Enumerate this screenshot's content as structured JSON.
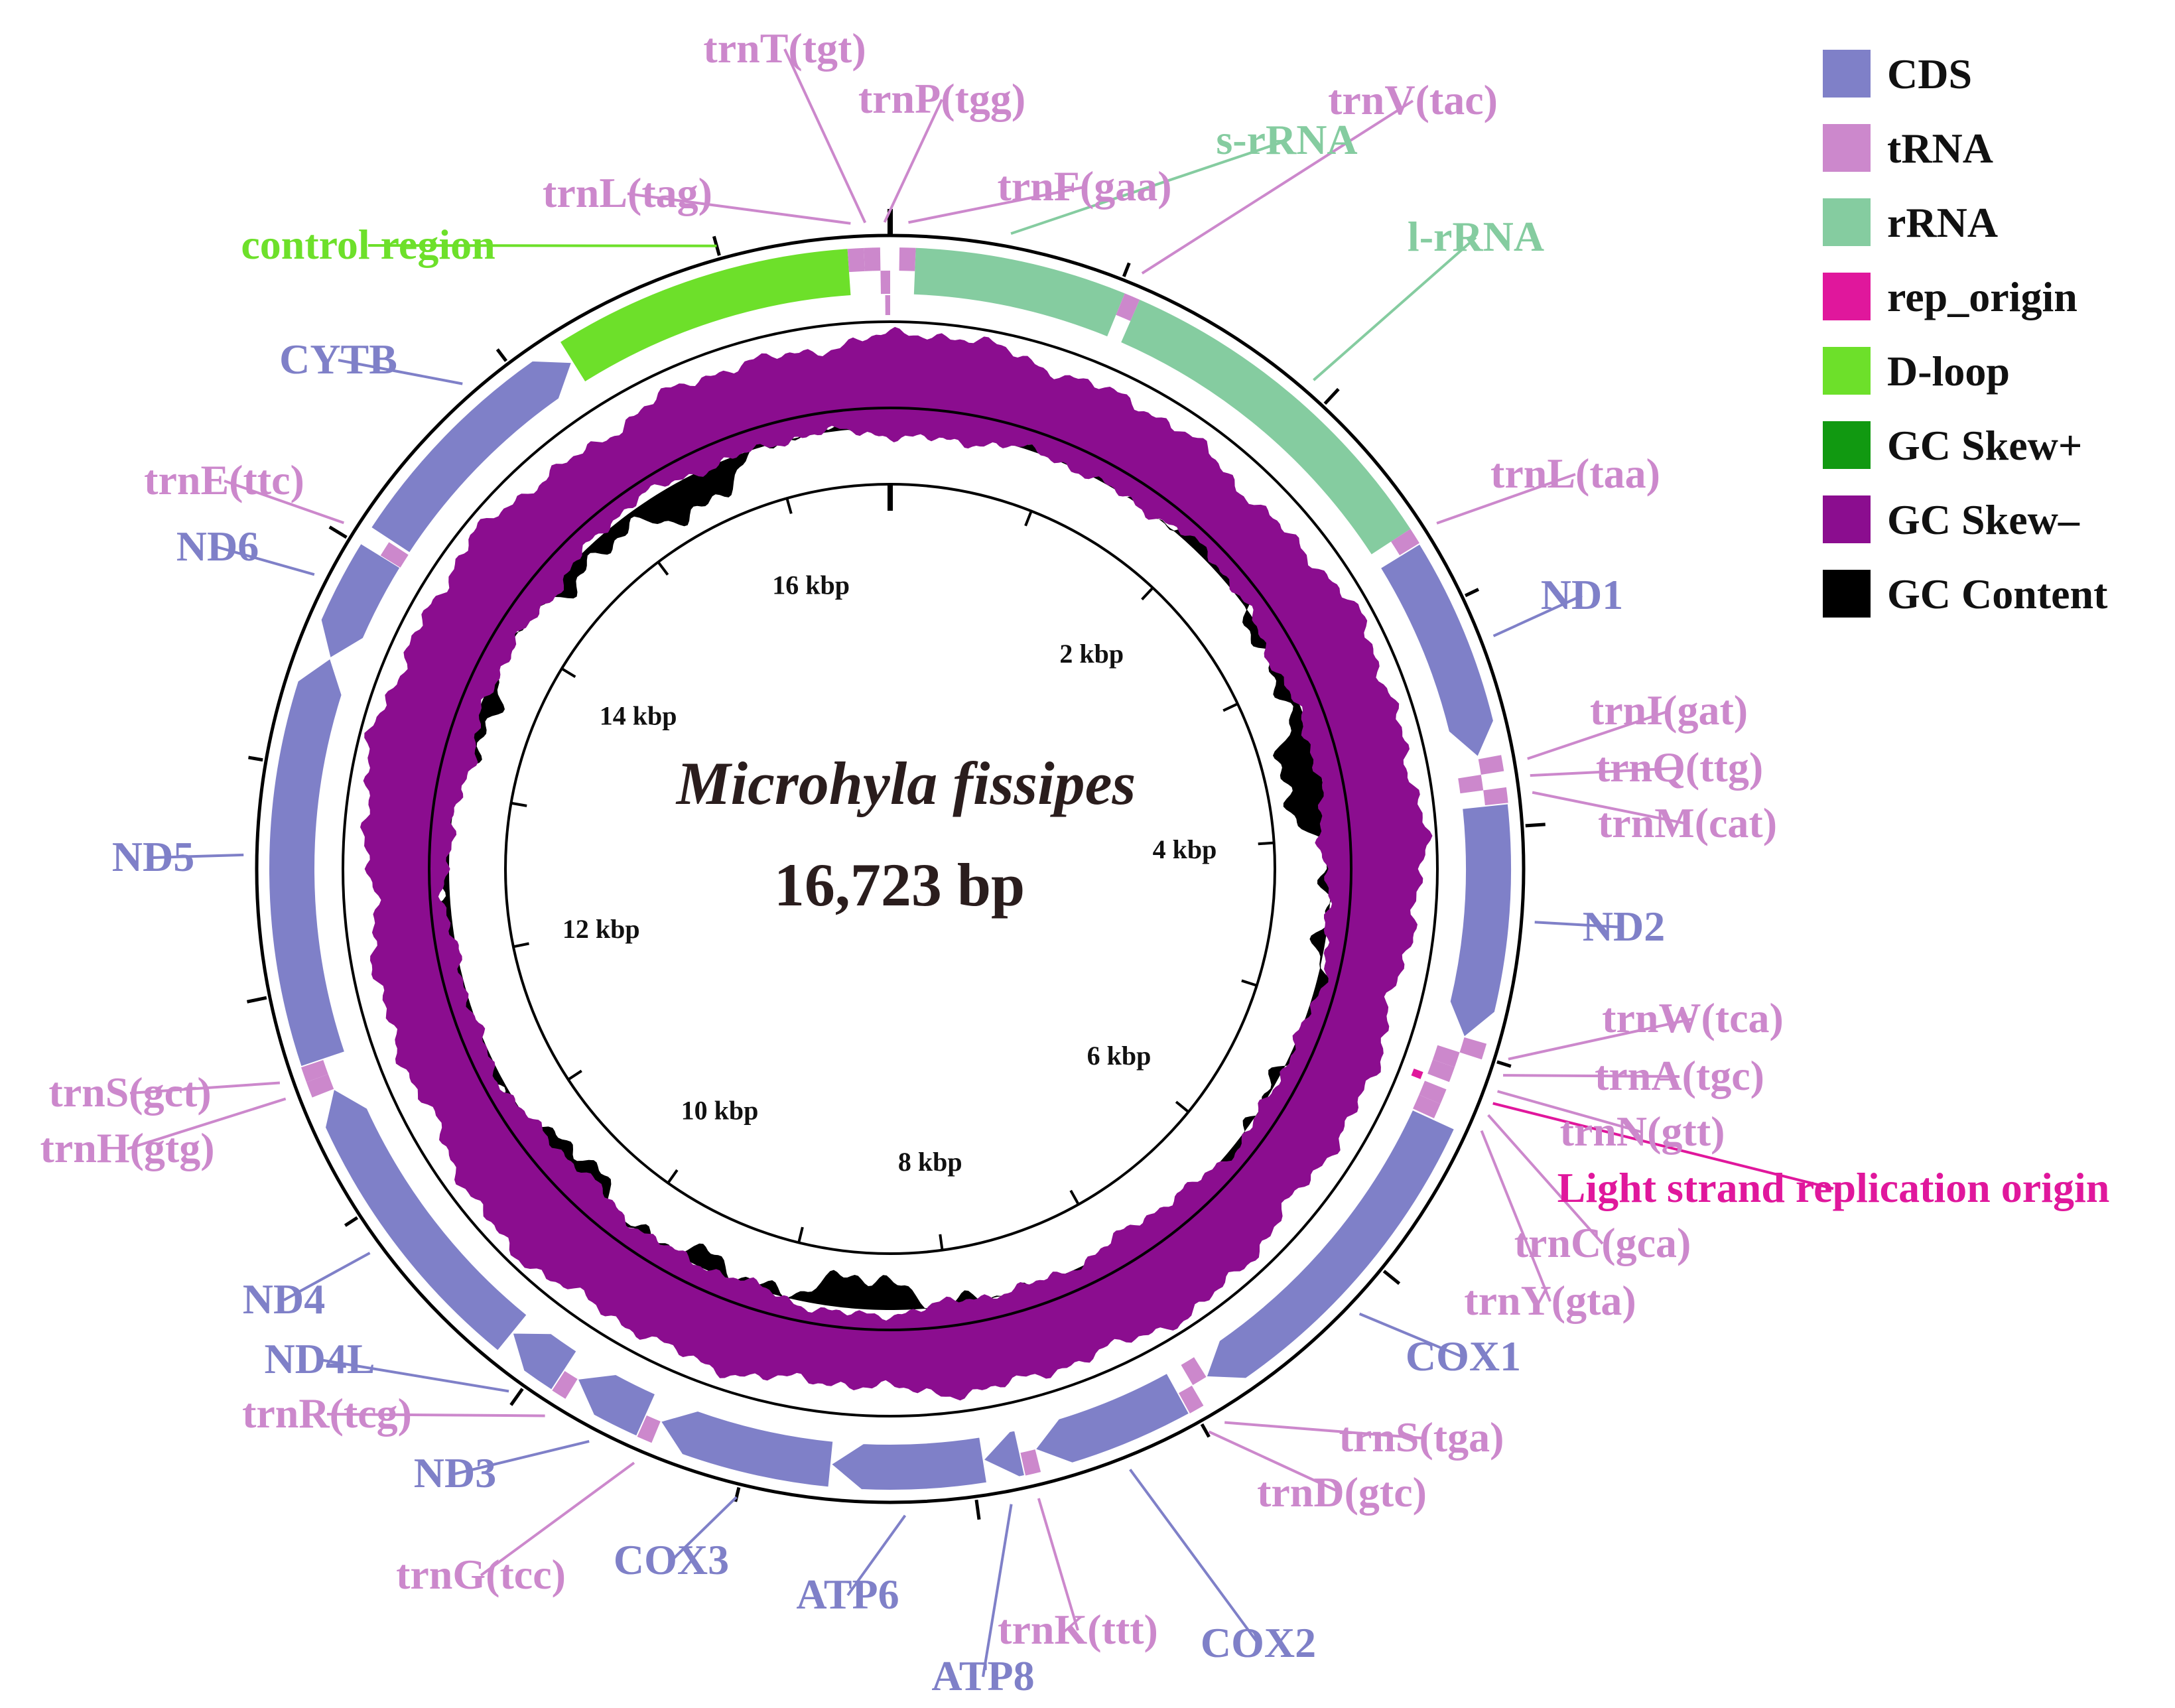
{
  "organism": "Microhyla fissipes",
  "genome_size_label": "16,723 bp",
  "genome_length": 16723,
  "colors": {
    "CDS": "#7f80c8",
    "tRNA": "#cc88cc",
    "rRNA": "#85cca0",
    "rep_origin": "#e0179c",
    "D-loop": "#6de02a",
    "GC Skew+": "#119911",
    "GC Skew-": "#8b0d8f",
    "GC Content": "#000000",
    "ring": "#000000"
  },
  "legend": [
    {
      "label": "CDS",
      "color_key": "CDS"
    },
    {
      "label": "tRNA",
      "color_key": "tRNA"
    },
    {
      "label": "rRNA",
      "color_key": "rRNA"
    },
    {
      "label": "rep_origin",
      "color_key": "rep_origin"
    },
    {
      "label": "D-loop",
      "color_key": "D-loop"
    },
    {
      "label": "GC Skew+",
      "color_key": "GC Skew+"
    },
    {
      "label": "GC Skew–",
      "color_key": "GC Skew-"
    },
    {
      "label": "GC Content",
      "color_key": "GC Content"
    }
  ],
  "kbp_labels": [
    {
      "text": "2 kbp",
      "pos": 2000
    },
    {
      "text": "4 kbp",
      "pos": 4000
    },
    {
      "text": "6 kbp",
      "pos": 6000
    },
    {
      "text": "8 kbp",
      "pos": 8000
    },
    {
      "text": "10 kbp",
      "pos": 10000
    },
    {
      "text": "12 kbp",
      "pos": 12000
    },
    {
      "text": "14 kbp",
      "pos": 14000
    },
    {
      "text": "16 kbp",
      "pos": 16000
    }
  ],
  "features": [
    {
      "name": "trnF(gaa)",
      "type": "tRNA",
      "start": 40,
      "end": 110,
      "strand": 1
    },
    {
      "name": "s-rRNA",
      "type": "rRNA",
      "start": 110,
      "end": 1030,
      "strand": 1
    },
    {
      "name": "trnV(tac)",
      "type": "tRNA",
      "start": 1030,
      "end": 1100,
      "strand": 1
    },
    {
      "name": "l-rRNA",
      "type": "rRNA",
      "start": 1100,
      "end": 2640,
      "strand": 1
    },
    {
      "name": "trnL(taa)",
      "type": "tRNA",
      "start": 2640,
      "end": 2715,
      "strand": 1
    },
    {
      "name": "ND1",
      "type": "CDS",
      "start": 2715,
      "end": 3680,
      "strand": 1
    },
    {
      "name": "trnI(gat)",
      "type": "tRNA",
      "start": 3690,
      "end": 3760,
      "strand": 1
    },
    {
      "name": "trnQ(ttg)",
      "type": "tRNA",
      "start": 3760,
      "end": 3830,
      "strand": -1
    },
    {
      "name": "trnM(cat)",
      "type": "tRNA",
      "start": 3830,
      "end": 3900,
      "strand": 1
    },
    {
      "name": "ND2",
      "type": "CDS",
      "start": 3900,
      "end": 4940,
      "strand": 1
    },
    {
      "name": "trnW(tca)",
      "type": "tRNA",
      "start": 4940,
      "end": 5010,
      "strand": 1
    },
    {
      "name": "trnA(tgc)",
      "type": "tRNA",
      "start": 5010,
      "end": 5080,
      "strand": -1
    },
    {
      "name": "trnN(gtt)",
      "type": "tRNA",
      "start": 5080,
      "end": 5150,
      "strand": -1
    },
    {
      "name": "Light strand replication origin",
      "type": "rep_origin",
      "start": 5150,
      "end": 5185,
      "strand": 1
    },
    {
      "name": "trnC(gca)",
      "type": "tRNA",
      "start": 5185,
      "end": 5255,
      "strand": -1
    },
    {
      "name": "trnY(gta)",
      "type": "tRNA",
      "start": 5255,
      "end": 5325,
      "strand": -1
    },
    {
      "name": "COX1",
      "type": "CDS",
      "start": 5330,
      "end": 6880,
      "strand": 1
    },
    {
      "name": "trnS(tga)",
      "type": "tRNA",
      "start": 6880,
      "end": 6950,
      "strand": -1
    },
    {
      "name": "trnD(gtc)",
      "type": "tRNA",
      "start": 6955,
      "end": 7025,
      "strand": 1
    },
    {
      "name": "COX2",
      "type": "CDS",
      "start": 7025,
      "end": 7710,
      "strand": 1
    },
    {
      "name": "trnK(ttt)",
      "type": "tRNA",
      "start": 7710,
      "end": 7780,
      "strand": 1
    },
    {
      "name": "ATP8",
      "type": "CDS",
      "start": 7780,
      "end": 7945,
      "strand": 1
    },
    {
      "name": "ATP6",
      "type": "CDS",
      "start": 7945,
      "end": 8625,
      "strand": 1
    },
    {
      "name": "COX3",
      "type": "CDS",
      "start": 8625,
      "end": 9410,
      "strand": 1
    },
    {
      "name": "trnG(tcc)",
      "type": "tRNA",
      "start": 9410,
      "end": 9480,
      "strand": 1
    },
    {
      "name": "ND3",
      "type": "CDS",
      "start": 9480,
      "end": 9825,
      "strand": 1
    },
    {
      "name": "trnR(tcg)",
      "type": "tRNA",
      "start": 9825,
      "end": 9895,
      "strand": 1
    },
    {
      "name": "ND4L",
      "type": "CDS",
      "start": 9895,
      "end": 10180,
      "strand": 1
    },
    {
      "name": "ND4",
      "type": "CDS",
      "start": 10180,
      "end": 11540,
      "strand": 1
    },
    {
      "name": "trnH(gtg)",
      "type": "tRNA",
      "start": 11540,
      "end": 11610,
      "strand": 1
    },
    {
      "name": "trnS(gct)",
      "type": "tRNA",
      "start": 11610,
      "end": 11680,
      "strand": 1
    },
    {
      "name": "ND5",
      "type": "CDS",
      "start": 11680,
      "end": 13500,
      "strand": 1
    },
    {
      "name": "ND6",
      "type": "CDS",
      "start": 13500,
      "end": 14010,
      "strand": -1
    },
    {
      "name": "trnE(ttc)",
      "type": "tRNA",
      "start": 14010,
      "end": 14080,
      "strand": -1
    },
    {
      "name": "CYTB",
      "type": "CDS",
      "start": 14090,
      "end": 15230,
      "strand": 1
    },
    {
      "name": "control region",
      "type": "D-loop",
      "start": 15235,
      "end": 16540,
      "strand": 1
    },
    {
      "name": "trnL(tag)",
      "type": "tRNA",
      "start": 16540,
      "end": 16610,
      "strand": 1
    },
    {
      "name": "trnT(tgt)",
      "type": "tRNA",
      "start": 16610,
      "end": 16680,
      "strand": 1
    },
    {
      "name": "trnP(tgg)",
      "type": "tRNA",
      "start": 16680,
      "end": 16723,
      "strand": -1
    }
  ],
  "labels": [
    {
      "text": "trnT(tgt)",
      "color_key": "tRNA",
      "pos": 16620
    },
    {
      "text": "trnP(tgg)",
      "color_key": "tRNA",
      "pos": 16700
    },
    {
      "text": "trnV(tac)",
      "color_key": "tRNA",
      "pos": 1065
    },
    {
      "text": "s-rRNA",
      "color_key": "rRNA",
      "pos": 500
    },
    {
      "text": "trnF(gaa)",
      "color_key": "tRNA",
      "pos": 75
    },
    {
      "text": "trnL(tag)",
      "color_key": "tRNA",
      "pos": 16560
    },
    {
      "text": "control region",
      "color_key": "D-loop",
      "pos": 16000
    },
    {
      "text": "l-rRNA",
      "color_key": "rRNA",
      "pos": 1900
    },
    {
      "text": "CYTB",
      "color_key": "CDS",
      "pos": 14800
    },
    {
      "text": "trnE(ttc)",
      "color_key": "tRNA",
      "pos": 14045
    },
    {
      "text": "ND6",
      "color_key": "CDS",
      "pos": 13800
    },
    {
      "text": "trnL(taa)",
      "color_key": "tRNA",
      "pos": 2680
    },
    {
      "text": "ND1",
      "color_key": "CDS",
      "pos": 3200
    },
    {
      "text": "trnI(gat)",
      "color_key": "tRNA",
      "pos": 3725
    },
    {
      "text": "trnQ(ttg)",
      "color_key": "tRNA",
      "pos": 3795
    },
    {
      "text": "trnM(cat)",
      "color_key": "tRNA",
      "pos": 3865
    },
    {
      "text": "ND5",
      "color_key": "CDS",
      "pos": 12600
    },
    {
      "text": "ND2",
      "color_key": "CDS",
      "pos": 4400
    },
    {
      "text": "trnW(tca)",
      "color_key": "tRNA",
      "pos": 4975
    },
    {
      "text": "trnA(tgc)",
      "color_key": "tRNA",
      "pos": 5045
    },
    {
      "text": "trnN(gtt)",
      "color_key": "tRNA",
      "pos": 5115
    },
    {
      "text": "Light strand replication origin",
      "color_key": "rep_origin",
      "pos": 5168
    },
    {
      "text": "trnC(gca)",
      "color_key": "tRNA",
      "pos": 5220
    },
    {
      "text": "trnY(gta)",
      "color_key": "tRNA",
      "pos": 5290
    },
    {
      "text": "trnS(gct)",
      "color_key": "tRNA",
      "pos": 11645
    },
    {
      "text": "trnH(gtg)",
      "color_key": "tRNA",
      "pos": 11575
    },
    {
      "text": "COX1",
      "color_key": "CDS",
      "pos": 6200
    },
    {
      "text": "ND4",
      "color_key": "CDS",
      "pos": 10850
    },
    {
      "text": "ND4L",
      "color_key": "CDS",
      "pos": 10040
    },
    {
      "text": "trnR(tcg)",
      "color_key": "tRNA",
      "pos": 9860
    },
    {
      "text": "trnS(tga)",
      "color_key": "tRNA",
      "pos": 6915
    },
    {
      "text": "ND3",
      "color_key": "CDS",
      "pos": 9650
    },
    {
      "text": "trnD(gtc)",
      "color_key": "tRNA",
      "pos": 6990
    },
    {
      "text": "trnG(tcc)",
      "color_key": "tRNA",
      "pos": 9445
    },
    {
      "text": "COX3",
      "color_key": "CDS",
      "pos": 9000
    },
    {
      "text": "ATP6",
      "color_key": "CDS",
      "pos": 8300
    },
    {
      "text": "COX2",
      "color_key": "CDS",
      "pos": 7350
    },
    {
      "text": "trnK(ttt)",
      "color_key": "tRNA",
      "pos": 7745
    },
    {
      "text": "ATP8",
      "color_key": "CDS",
      "pos": 7860
    }
  ]
}
